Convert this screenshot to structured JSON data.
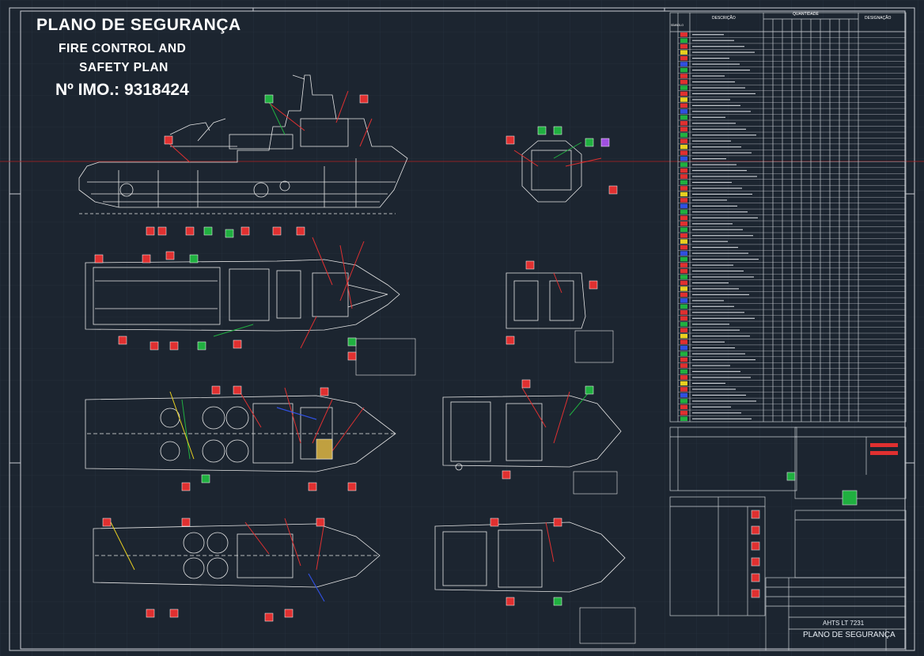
{
  "header": {
    "title_pt": "PLANO DE SEGURANÇA",
    "title_en_line1": "FIRE CONTROL AND",
    "title_en_line2": "SAFETY PLAN",
    "imo": "Nº IMO.: 9318424"
  },
  "legend_table": {
    "col_symbol": "SÍMBOLO",
    "col_description": "DESCRIÇÃO",
    "col_quantity": "QUANTIDADE",
    "col_designation": "DESIGNAÇÃO",
    "rows": 66
  },
  "title_block": {
    "vessel": "AHTS LT 7231",
    "drawing_title": "PLANO DE SEGURANÇA"
  },
  "colors": {
    "background": "#1c2530",
    "drawing": "#e6e6e6",
    "fire": "#e03030",
    "safety": "#20b040",
    "yellow": "#e8d020",
    "blue": "#3050e0",
    "crosshair": "#b02020"
  }
}
